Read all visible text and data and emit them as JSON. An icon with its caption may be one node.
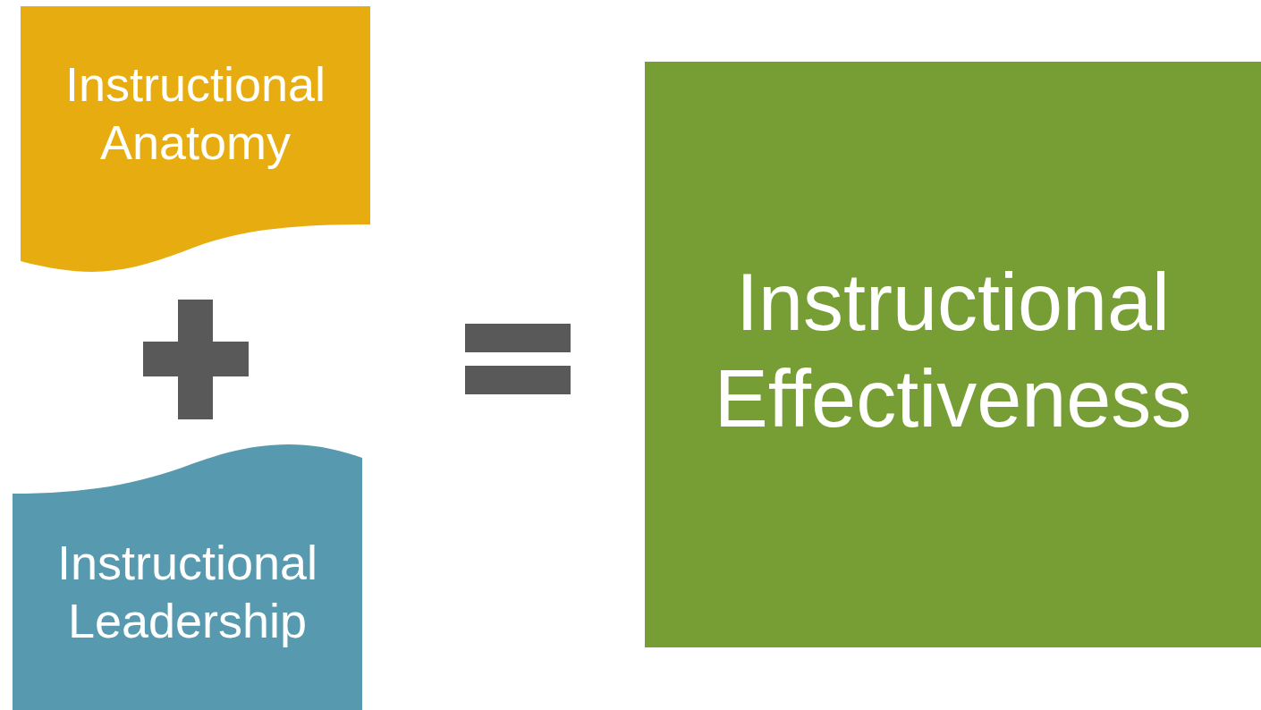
{
  "diagram": {
    "nodes": [
      {
        "text": [
          "Instructional Anatomy"
        ]
      },
      {
        "text": [
          "Instructional Leadership"
        ]
      },
      {
        "text": [
          "Instructional Effectiveness"
        ]
      }
    ]
  }
}
